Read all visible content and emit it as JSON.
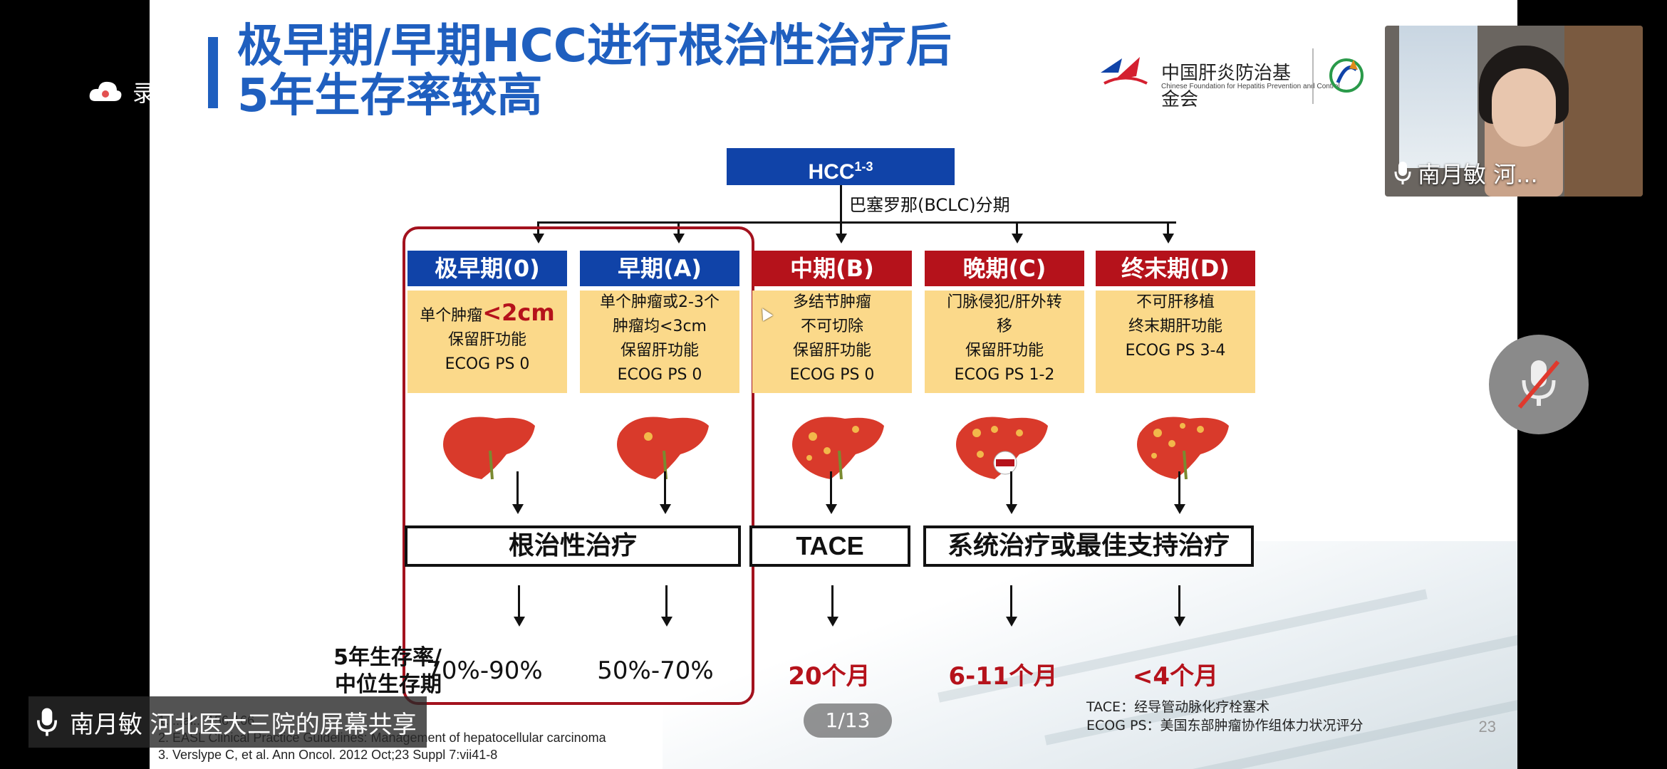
{
  "slide": {
    "title_line1": "极早期/早期HCC进行根治性治疗后",
    "title_line2": "5年生存率较高",
    "logo_cn": "中国肝炎防治基金会",
    "logo_en": "Chinese Foundation for Hepatitis Prevention and Control",
    "hcc_label": "HCC",
    "hcc_sup": "1-3",
    "bclc_label": "巴塞罗那(BCLC)分期",
    "stages": [
      {
        "header": "极早期(0)",
        "lines": [
          "单个肿瘤",
          "<2cm",
          "保留肝功能",
          "ECOG PS 0"
        ]
      },
      {
        "header": "早期(A)",
        "lines": [
          "单个肿瘤或2-3个",
          "肿瘤均<3cm",
          "保留肝功能",
          "ECOG  PS 0"
        ]
      },
      {
        "header": "中期(B)",
        "lines": [
          "多结节肿瘤",
          "不可切除",
          "保留肝功能",
          "ECOG  PS 0"
        ]
      },
      {
        "header": "晚期(C)",
        "lines": [
          "门脉侵犯/肝外转",
          "移",
          "保留肝功能",
          "ECOG  PS 1-2"
        ]
      },
      {
        "header": "终末期(D)",
        "lines": [
          "不可肝移植",
          "终末期肝功能",
          "ECOG  PS 3-4"
        ]
      }
    ],
    "treatments": {
      "curative": "根治性治疗",
      "tace": "TACE",
      "systemic": "系统治疗或最佳支持治疗"
    },
    "survival_label_line1": "5年生存率/",
    "survival_label_line2": "中位生存期",
    "survival_values": [
      "70%-90%",
      "50%-70%",
      "20个月",
      "6-11个月",
      "<4个月"
    ],
    "refs": [
      "1.    ...al... 156-166",
      "2.    EASL Clinical Practice Guidelines: Management of hepatocellular  carcinoma",
      "3.    Verslype C, et al. Ann Oncol. 2012 Oct;23 Suppl 7:vii41-8"
    ],
    "abbr1": "TACE：经导管动脉化疗栓塞术",
    "abbr2": "ECOG PS：美国东部肿瘤协作组体力状况评分",
    "page_number": "23"
  },
  "overlay": {
    "recording_label": "录制中",
    "video_name": "南月敏 河...",
    "share_label": "南月敏 河北医大三院的屏幕共享",
    "pager": "1/13"
  },
  "colors": {
    "accent_blue": "#1043a8",
    "accent_red": "#b5121b",
    "fill_yellow": "#fbd98a",
    "title_blue": "#1f5fbf"
  }
}
